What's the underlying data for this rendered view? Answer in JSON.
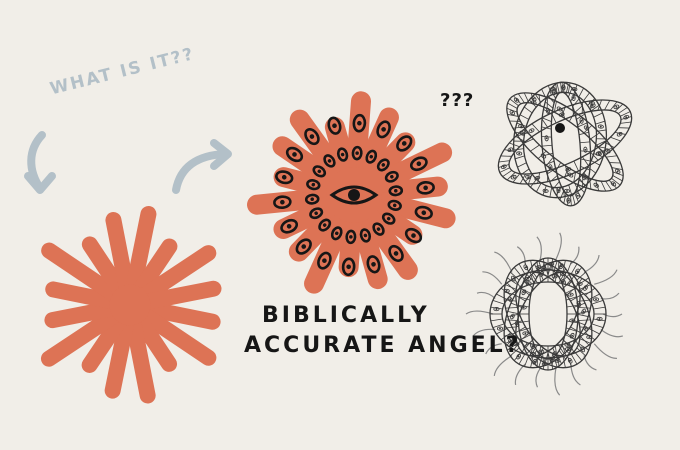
{
  "texts": {
    "question": "WHAT IS IT??",
    "marks": "???",
    "caption_line1": "BIBLICALLY",
    "caption_line2": "ACCURATE ANGEL?"
  },
  "colors": {
    "background": "#f1eee8",
    "star": "#dd7355",
    "ink": "#161616",
    "arrow": "#b3c0c8",
    "sketch": "#3a3a3a"
  },
  "icons": {
    "plain_star": "orange-starburst",
    "eyed_star": "orange-starburst-with-eyes",
    "wheels": "interlocking-eyed-wheels-sketch",
    "seraph": "eyed-wheels-with-wings-sketch"
  }
}
